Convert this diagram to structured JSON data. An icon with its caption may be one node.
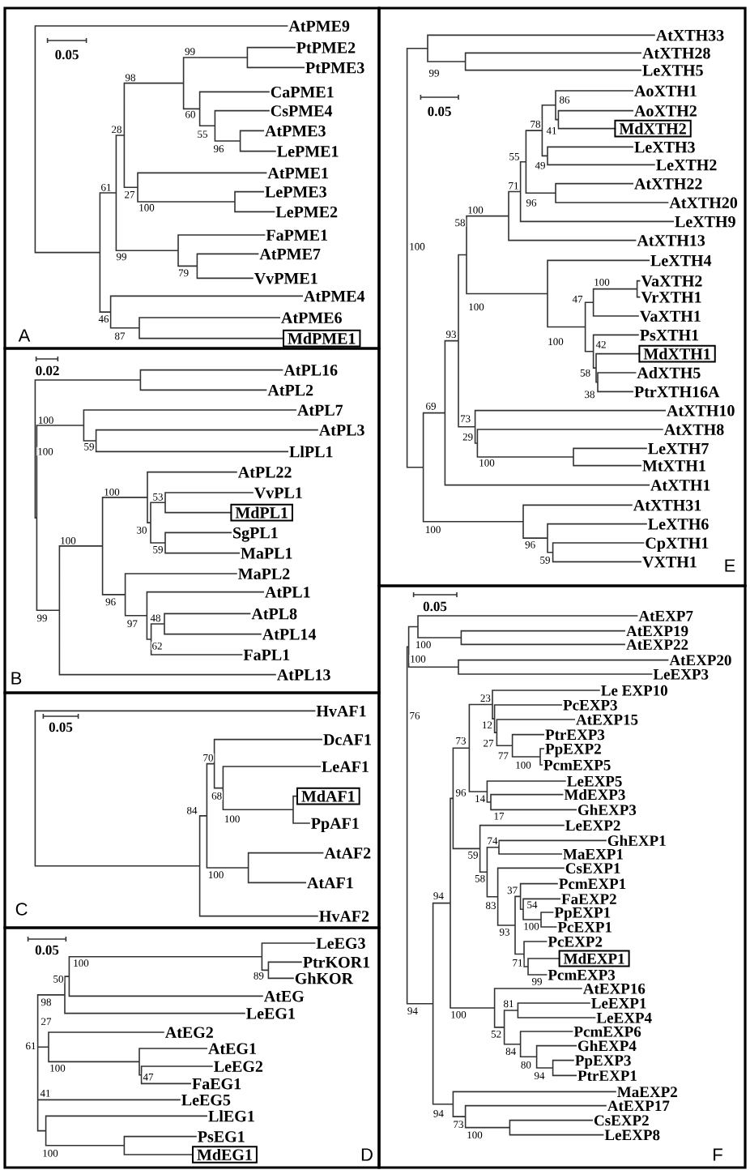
{
  "diagram": {
    "nodes": [
      {
        "text": [
          "A"
        ]
      },
      {
        "text": [
          "MdPME1"
        ],
        "in": 0
      },
      {
        "text": [
          "B"
        ]
      },
      {
        "text": [
          "MdPL1"
        ],
        "in": 2
      },
      {
        "text": [
          "C"
        ]
      },
      {
        "text": [
          "MdAF1"
        ],
        "in": 4
      },
      {
        "text": [
          "D"
        ]
      },
      {
        "text": [
          "MdEG1"
        ],
        "in": 6
      },
      {
        "text": [
          "E"
        ]
      },
      {
        "text": [
          "MdXTH2"
        ],
        "in": 8
      },
      {
        "text": [
          "MdXTH1"
        ],
        "in": 8
      },
      {
        "text": [
          "F"
        ]
      },
      {
        "text": [
          "MdEXP1"
        ],
        "in": 11
      }
    ],
    "labels": [
      "0.05",
      "AtPME9",
      "PtPME2",
      "PtPME3",
      "CaPME1",
      "CsPME4",
      "AtPME3",
      "LePME1",
      "AtPME1",
      "LePME3",
      "LePME2",
      "FaPME1",
      "AtPME7",
      "VvPME1",
      "AtPME4",
      "AtPME6",
      "99",
      "98",
      "60",
      "28",
      "55",
      "96",
      "61",
      "27",
      "100",
      "99",
      "79",
      "46",
      "87",
      "0.02",
      "AtPL16",
      "AtPL2",
      "AtPL7",
      "AtPL3",
      "LlPL1",
      "AtPL22",
      "VvPL1",
      "SgPL1",
      "MaPL1",
      "MaPL2",
      "AtPL1",
      "AtPL8",
      "AtPL14",
      "FaPL1",
      "AtPL13",
      "100",
      "59",
      "100",
      "100",
      "53",
      "30",
      "100",
      "59",
      "96",
      "99",
      "48",
      "97",
      "62",
      "0.05",
      "HvAF1",
      "DcAF1",
      "LeAF1",
      "PpAF1",
      "AtAF2",
      "AtAF1",
      "HvAF2",
      "70",
      "68",
      "84",
      "100",
      "100",
      "0.05",
      "LeEG3",
      "PtrKOR1",
      "GhKOR",
      "AtEG",
      "LeEG1",
      "AtEG2",
      "AtEG1",
      "LeEG2",
      "FaEG1",
      "LeEG5",
      "LlEG1",
      "PsEG1",
      "100",
      "89",
      "50",
      "98",
      "27",
      "61",
      "100",
      "47",
      "41",
      "100",
      "0.05",
      "AtXTH33",
      "AtXTH28",
      "LeXTH5",
      "AoXTH1",
      "AoXTH2",
      "LeXTH3",
      "LeXTH2",
      "AtXTH22",
      "AtXTH20",
      "LeXTH9",
      "AtXTH13",
      "LeXTH4",
      "VaXTH2",
      "VrXTH1",
      "VaXTH1",
      "PsXTH1",
      "AdXTH5",
      "PtrXTH16A",
      "AtXTH10",
      "AtXTH8",
      "LeXTH7",
      "MtXTH1",
      "AtXTH1",
      "AtXTH31",
      "LeXTH6",
      "CpXTH1",
      "VXTH1",
      "99",
      "86",
      "78",
      "41",
      "55",
      "49",
      "71",
      "96",
      "100",
      "58",
      "100",
      "100",
      "47",
      "100",
      "93",
      "100",
      "42",
      "58",
      "38",
      "69",
      "73",
      "29",
      "100",
      "100",
      "96",
      "59",
      "0.05",
      "AtEXP7",
      "AtEXP19",
      "AtEXP22",
      "AtEXP20",
      "LeEXP3",
      "Le EXP10",
      "PcEXP3",
      "AtEXP15",
      "PtrEXP3",
      "PpEXP2",
      "PcmEXP5",
      "LeEXP5",
      "MdEXP3",
      "GhEXP3",
      "LeEXP2",
      "GhEXP1",
      "MaEXP1",
      "CsEXP1",
      "PcmEXP1",
      "FaEXP2",
      "PpEXP1",
      "PcEXP1",
      "PcEXP2",
      "PcmEXP3",
      "AtEXP16",
      "LeEXP1",
      "LeEXP4",
      "PcmEXP6",
      "GhEXP4",
      "PpEXP3",
      "PtrEXP1",
      "MaEXP2",
      "AtEXP17",
      "CsEXP2",
      "LeEXP8",
      "100",
      "100",
      "23",
      "76",
      "12",
      "73",
      "27",
      "77",
      "100",
      "96",
      "14",
      "17",
      "74",
      "59",
      "58",
      "37",
      "94",
      "83",
      "54",
      "100",
      "93",
      "71",
      "99",
      "81",
      "94",
      "100",
      "52",
      "84",
      "80",
      "94",
      "94",
      "73",
      "100"
    ]
  }
}
